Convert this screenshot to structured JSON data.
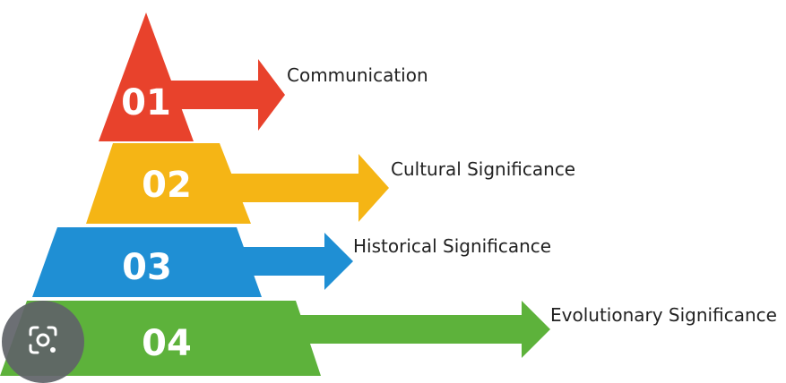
{
  "colors": {
    "level_1": "#e8422c",
    "level_2": "#f5b515",
    "level_3": "#1f8fd4",
    "level_4": "#5db23b",
    "label_text": "#222222",
    "lens_button_bg": "#5f6368"
  },
  "levels": [
    {
      "number": "01",
      "label": "Communication"
    },
    {
      "number": "02",
      "label": "Cultural Significance"
    },
    {
      "number": "03",
      "label": "Historical Significance"
    },
    {
      "number": "04",
      "label": "Evolutionary Significance"
    }
  ],
  "overlay": {
    "icon": "lens-search-icon"
  }
}
